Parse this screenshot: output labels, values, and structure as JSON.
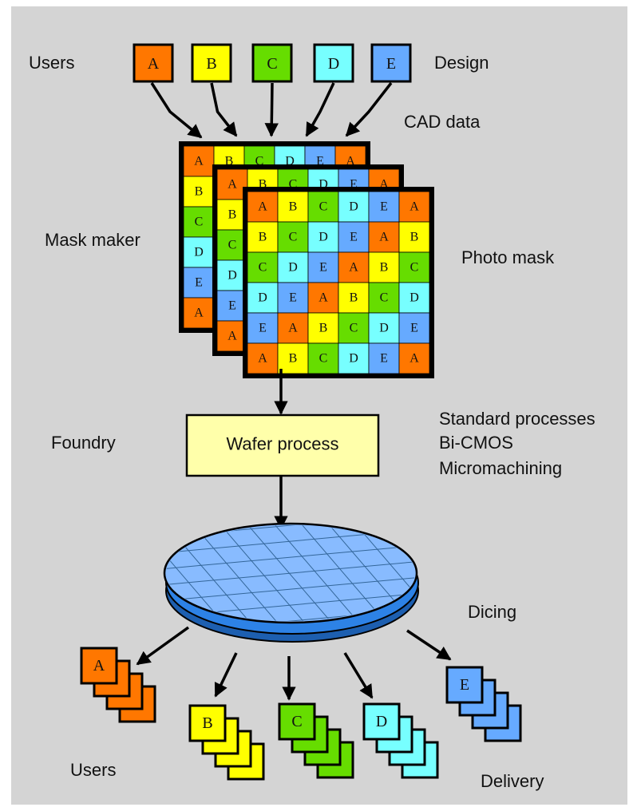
{
  "labels": {
    "users_top": "Users",
    "design": "Design",
    "cad_data": "CAD data",
    "mask_maker": "Mask maker",
    "photo_mask": "Photo mask",
    "foundry": "Foundry",
    "wafer_process": "Wafer process",
    "processes": [
      "Standard processes",
      "Bi-CMOS",
      "Micromachining"
    ],
    "dicing": "Dicing",
    "users_bottom": "Users",
    "delivery": "Delivery"
  },
  "designs": [
    "A",
    "B",
    "C",
    "D",
    "E"
  ],
  "mask_grid": [
    [
      "A",
      "B",
      "C",
      "D",
      "E",
      "A"
    ],
    [
      "B",
      "C",
      "D",
      "E",
      "A",
      "B"
    ],
    [
      "C",
      "D",
      "E",
      "A",
      "B",
      "C"
    ],
    [
      "D",
      "E",
      "A",
      "B",
      "C",
      "D"
    ],
    [
      "E",
      "A",
      "B",
      "C",
      "D",
      "E"
    ],
    [
      "A",
      "B",
      "C",
      "D",
      "E",
      "A"
    ]
  ],
  "colors": {
    "A": "#ff7700",
    "B": "#ffff00",
    "C": "#66dd00",
    "D": "#77ffff",
    "E": "#66aaff",
    "background": "#d4d4d4",
    "wafer": "#88bbff",
    "wafer_edge": "#2d82e6",
    "process_box": "#ffffaa"
  }
}
